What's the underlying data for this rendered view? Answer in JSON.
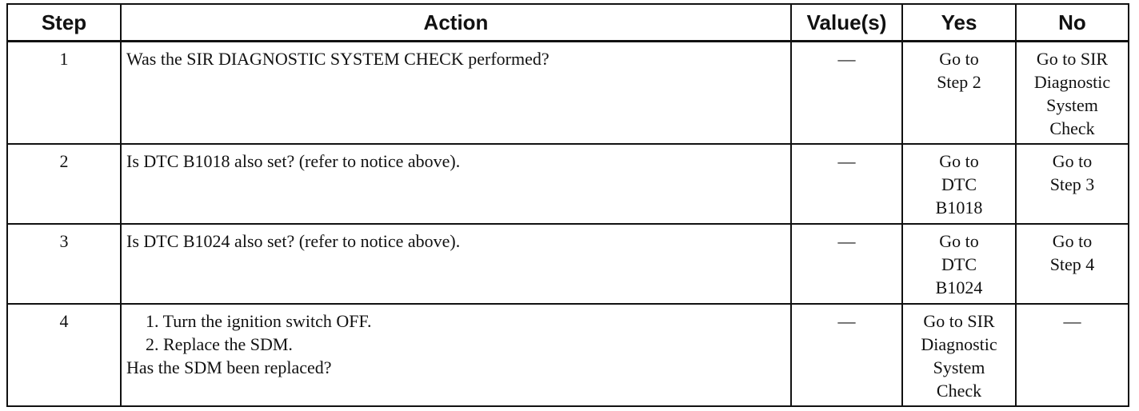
{
  "table": {
    "headers": {
      "step": "Step",
      "action": "Action",
      "values": "Value(s)",
      "yes": "Yes",
      "no": "No"
    },
    "rows": [
      {
        "step": "1",
        "action_lines": [
          "Was the SIR DIAGNOSTIC SYSTEM CHECK performed?"
        ],
        "value": "—",
        "yes_lines": [
          "Go to",
          "Step 2"
        ],
        "no_lines": [
          "Go to SIR",
          "Diagnostic",
          "System",
          "Check"
        ]
      },
      {
        "step": "2",
        "action_lines": [
          "Is DTC B1018 also set? (refer to notice above)."
        ],
        "value": "—",
        "yes_lines": [
          "Go to",
          "DTC",
          "B1018"
        ],
        "no_lines": [
          "Go to",
          "Step 3"
        ]
      },
      {
        "step": "3",
        "action_lines": [
          "Is DTC B1024 also set? (refer to notice above)."
        ],
        "value": "—",
        "yes_lines": [
          "Go to",
          "DTC",
          "B1024"
        ],
        "no_lines": [
          "Go to",
          "Step 4"
        ]
      },
      {
        "step": "4",
        "action_sub_lines": [
          "1. Turn the ignition switch OFF.",
          "2. Replace the SDM."
        ],
        "action_lines": [
          "Has the SDM been replaced?"
        ],
        "value": "—",
        "yes_lines": [
          "Go to SIR",
          "Diagnostic",
          "System",
          "Check"
        ],
        "no_lines": [
          "—"
        ]
      }
    ]
  }
}
